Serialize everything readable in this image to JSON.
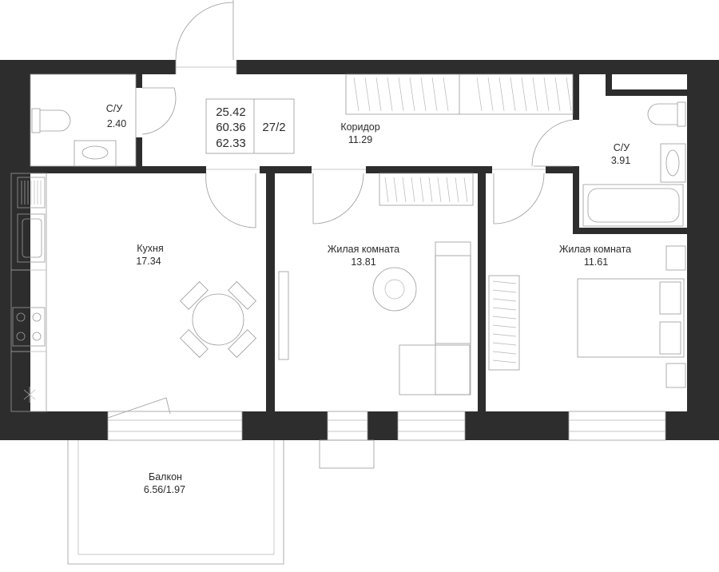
{
  "summary": {
    "areas": [
      "25.42",
      "60.36",
      "62.33"
    ],
    "apartment": "27/2"
  },
  "rooms": {
    "bath1": {
      "name": "С/У",
      "area": "2.40"
    },
    "corridor": {
      "name": "Коридор",
      "area": "11.29"
    },
    "bath2": {
      "name": "С/У",
      "area": "3.91"
    },
    "kitchen": {
      "name": "Кухня",
      "area": "17.34"
    },
    "living1": {
      "name": "Жилая комната",
      "area": "13.81"
    },
    "living2": {
      "name": "Жилая комната",
      "area": "11.61"
    },
    "balcony": {
      "name": "Балкон",
      "area": "6.56/1.97"
    }
  },
  "colors": {
    "wall": "#2d2d2d",
    "line": "#9a9a9a",
    "text": "#2b2b2b",
    "background": "#ffffff"
  }
}
